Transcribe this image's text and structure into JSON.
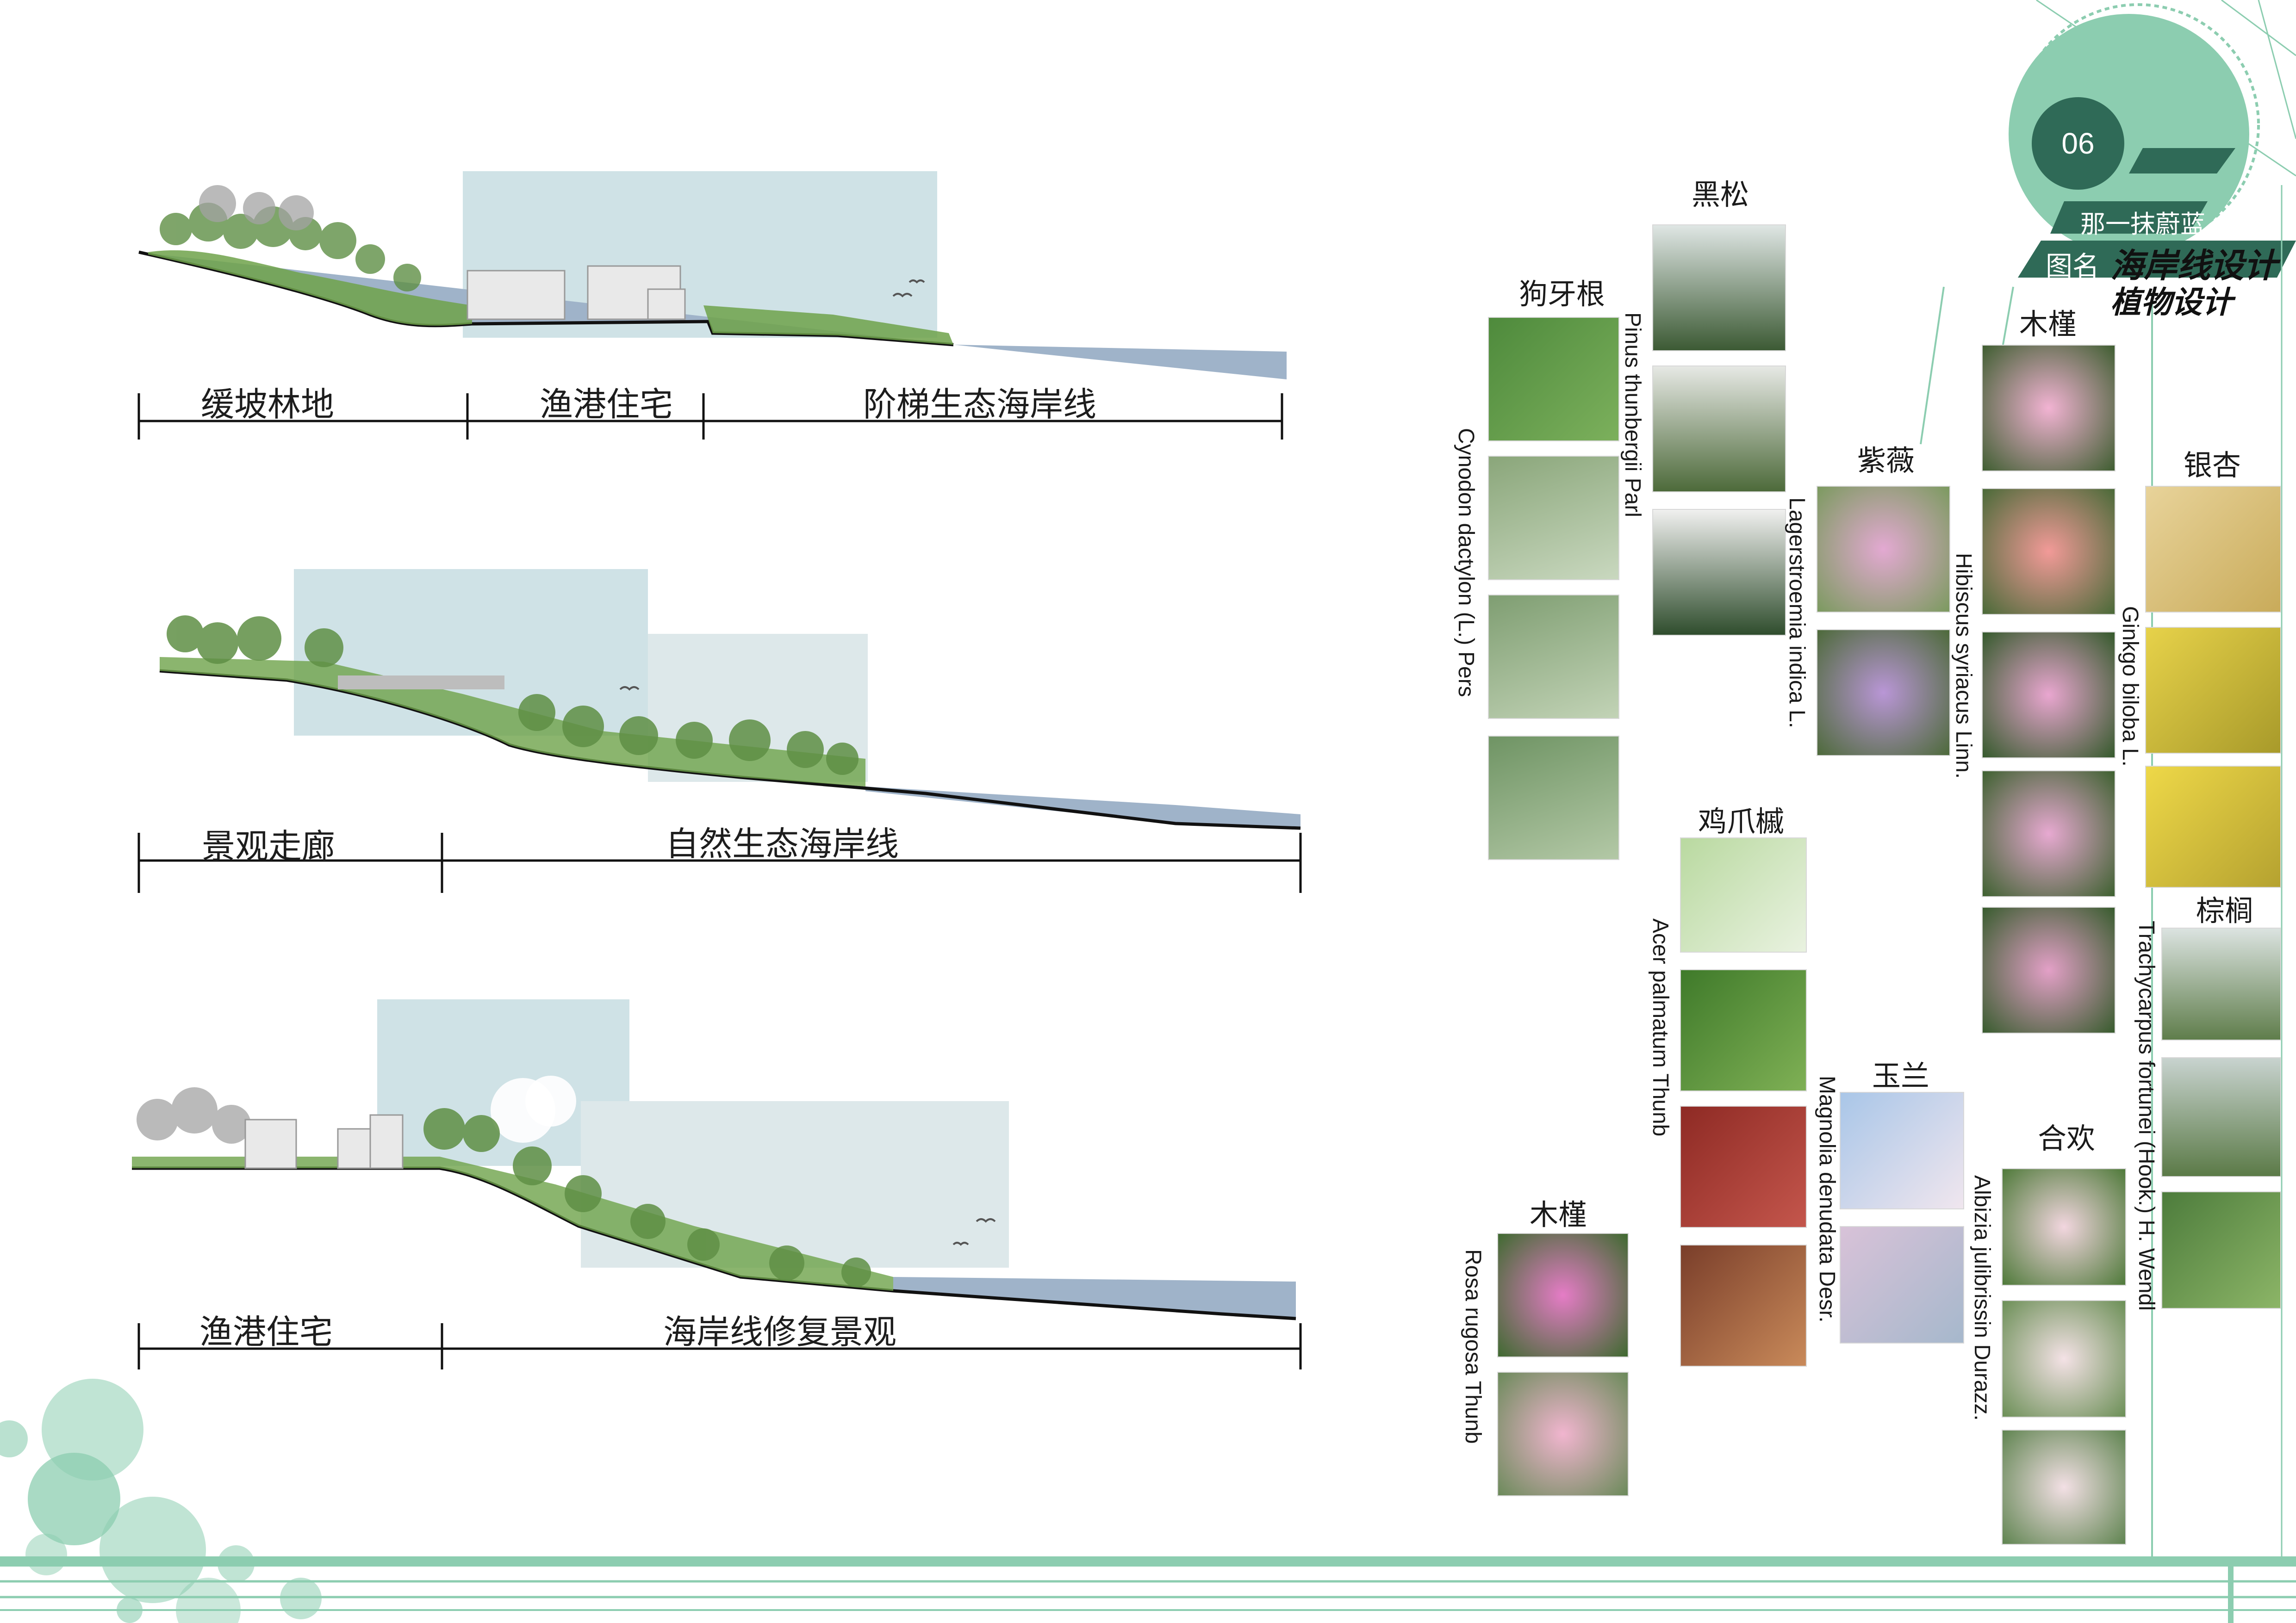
{
  "header": {
    "page_number": "06",
    "motto": "那一抹蔚蓝",
    "title_prefix": "图名",
    "title_line1": "海岸线设计",
    "title_line2": "植物设计"
  },
  "sections": [
    {
      "labels": [
        "缓坡林地",
        "渔港住宅",
        "阶梯生态海岸线"
      ]
    },
    {
      "labels": [
        "景观走廊",
        "自然生态海岸线"
      ]
    },
    {
      "labels": [
        "渔港住宅",
        "海岸线修复景观"
      ]
    }
  ],
  "plants": [
    {
      "cn": "狗牙根",
      "latin": "Cynodon dactylon (L.) Pers"
    },
    {
      "cn": "黑松",
      "latin": "Pinus thunbergii Parl"
    },
    {
      "cn": "紫薇",
      "latin": "Lagerstroemia indica L."
    },
    {
      "cn": "木槿",
      "latin": "Hibiscus syriacus Linn."
    },
    {
      "cn": "银杏",
      "latin": "Ginkgo biloba L."
    },
    {
      "cn": "鸡爪槭",
      "latin": "Acer palmatum Thunb"
    },
    {
      "cn": "棕榈",
      "latin": "Trachycarpus fortunei (Hook.) H. Wendl"
    },
    {
      "cn": "玉兰",
      "latin": "Magnolia denudata Desr."
    },
    {
      "cn": "合欢",
      "latin": "Albizia julibrissin Durazz."
    },
    {
      "cn": "木槿",
      "latin": "Rosa rugosa Thunb"
    }
  ],
  "colors": {
    "accent": "#8ccdb0",
    "accent_dark": "#2f6a57",
    "sky": "#cfe2e6",
    "water": "#9fb3c9",
    "grass": "#6ea24a"
  }
}
